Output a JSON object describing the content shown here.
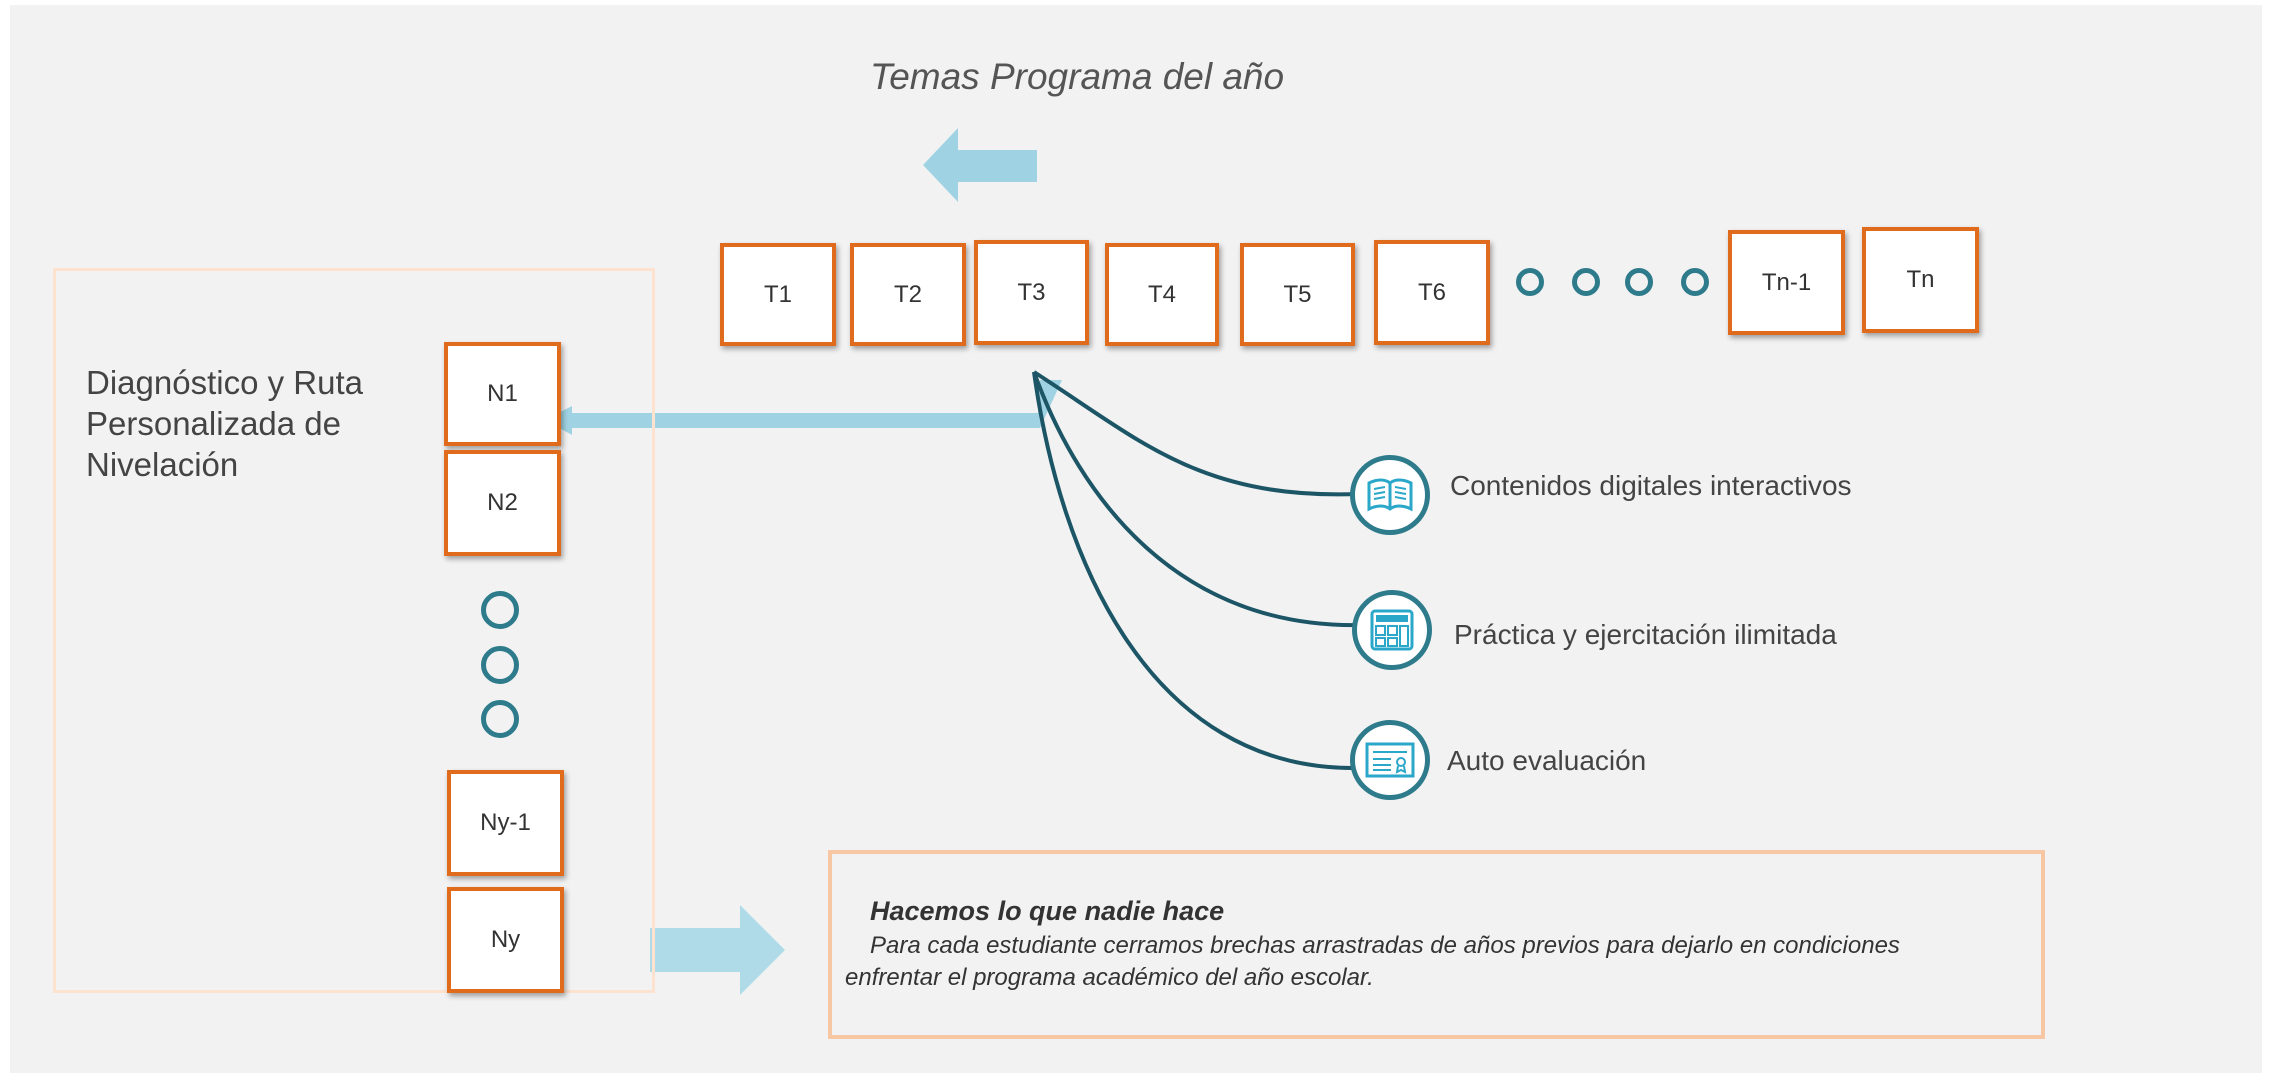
{
  "title": "Temas Programa del año",
  "topics": [
    "T1",
    "T2",
    "T3",
    "T4",
    "T5",
    "T6",
    "Tn-1",
    "Tn"
  ],
  "levels": [
    "N1",
    "N2",
    "Ny-1",
    "Ny"
  ],
  "diagnostic_label": "Diagnóstico y Ruta Personalizada de Nivelación",
  "resources": [
    {
      "label": "Contenidos digitales interactivos",
      "icon": "book-icon"
    },
    {
      "label": "Práctica y ejercitación ilimitada",
      "icon": "calculator-icon"
    },
    {
      "label": "Auto evaluación",
      "icon": "certificate-icon"
    }
  ],
  "message": {
    "title": "Hacemos lo que nadie hace",
    "body": "Para cada estudiante cerramos brechas arrastradas de años previos para dejarlo en condiciones enfrentar el programa académico del año escolar."
  },
  "colors": {
    "box_border": "#e16b1d",
    "dot": "#2e7b8c",
    "curve": "#1c5566",
    "arrow": "#9fd3e3",
    "icon": "#2aa7c9"
  }
}
